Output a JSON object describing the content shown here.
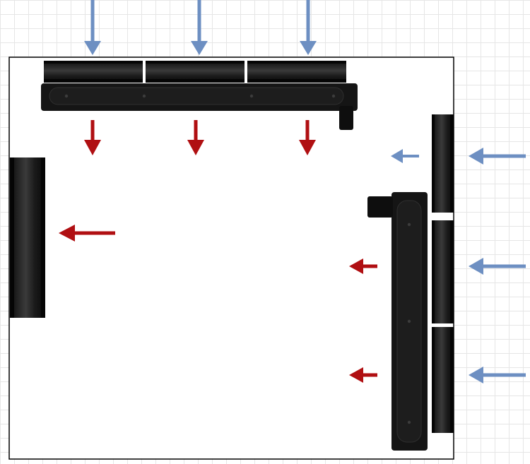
{
  "diagram": {
    "intake_color": "#6d8fc2",
    "exhaust_color": "#b00f12",
    "case_outline_color": "#000000",
    "hardware_color": "#121212",
    "components": [
      "top-radiator",
      "top-fan-1",
      "top-fan-2",
      "top-fan-3",
      "front-radiator",
      "front-fan-1",
      "front-fan-2",
      "front-fan-3",
      "rear-exhaust-fan"
    ],
    "arrows": {
      "intake": [
        "top-intake-1",
        "top-intake-2",
        "top-intake-3",
        "front-intake-1",
        "front-intake-2",
        "front-intake-3",
        "front-intake-inner"
      ],
      "exhaust": [
        "top-exhaust-1",
        "top-exhaust-2",
        "top-exhaust-3",
        "rear-exhaust",
        "front-exhaust-1",
        "front-exhaust-2"
      ]
    }
  }
}
